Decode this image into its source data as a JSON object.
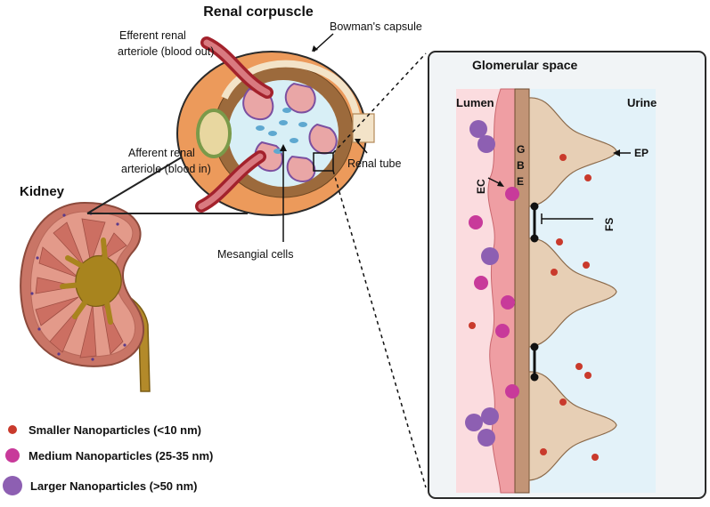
{
  "labels": {
    "renal_corpuscle": "Renal corpuscle",
    "bowmans_capsule": "Bowman's capsule",
    "efferent_line1": "Efferent renal",
    "efferent_line2": "arteriole (blood out)",
    "afferent_line1": "Afferent renal",
    "afferent_line2": "arteriole (blood in)",
    "kidney": "Kidney",
    "renal_tube": "Renal tube",
    "mesangial_cells": "Mesangial cells",
    "glomerular_space": "Glomerular space",
    "lumen": "Lumen",
    "urine": "Urine",
    "gbe_g": "G",
    "gbe_b": "B",
    "gbe_e": "E",
    "ec": "EC",
    "ep": "EP",
    "fs": "FS"
  },
  "legend": [
    {
      "label": "Smaller Nanoparticles (<10 nm)",
      "color": "#c93a2c"
    },
    {
      "label": "Medium Nanoparticles (25-35 nm)",
      "color": "#c83a9a"
    },
    {
      "label": "Larger Nanoparticles (>50 nm)",
      "color": "#8d5fb2"
    }
  ],
  "colors": {
    "kidney_outer": "#c97566",
    "kidney_cortex": "#e39a8a",
    "pelvis": "#a8841e",
    "capsule_orange": "#ec9a5b",
    "lumen_pink": "#fbdcdf",
    "urine_blue": "#e3f2f9",
    "membrane_brown": "#c29476",
    "podocyte": "#e7cfb5",
    "endothelium": "#ef9ea3",
    "small_np": "#c93a2c",
    "medium_np": "#c83a9a",
    "large_np": "#8d5fb2"
  }
}
